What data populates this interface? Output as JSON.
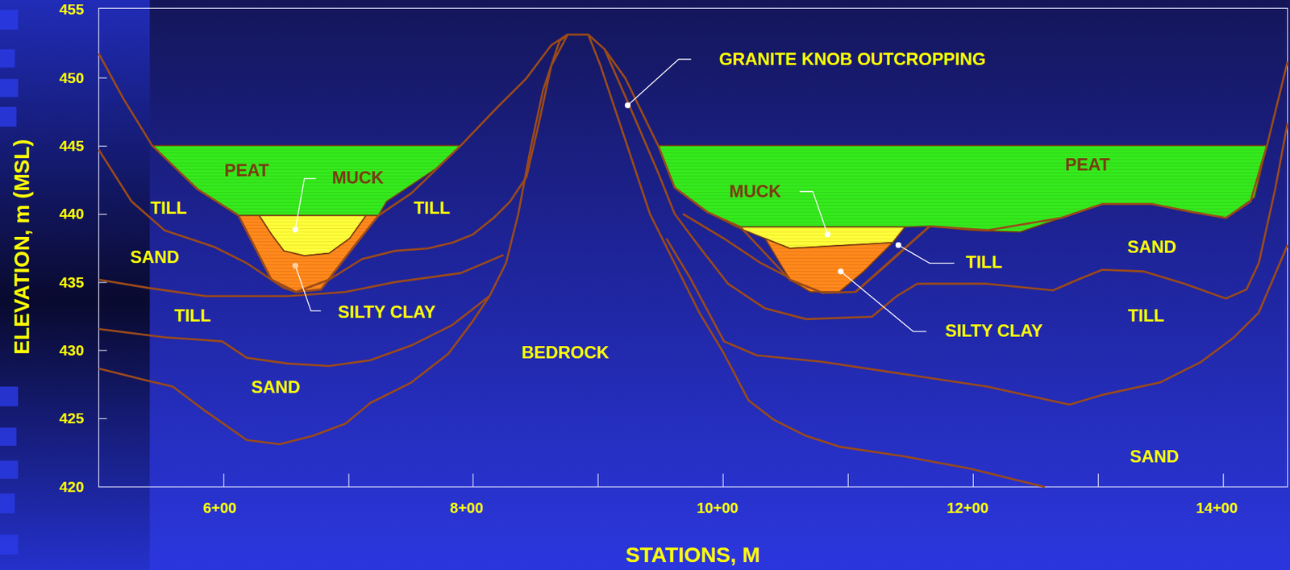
{
  "diagram": {
    "labels": [
      "455",
      "450",
      "445",
      "440",
      "435",
      "430",
      "425",
      "420",
      "6+00",
      "8+00",
      "10+00",
      "12+00",
      "14+00",
      "ELEVATION, m (MSL)",
      "STATIONS, M",
      "PEAT",
      "MUCK",
      "TILL",
      "TILL",
      "SAND",
      "TILL",
      "SILTY CLAY",
      "SAND",
      "BEDROCK",
      "GRANITE KNOB OUTCROPPING",
      "MUCK",
      "PEAT",
      "SAND",
      "TILL",
      "SILTY CLAY",
      "TILL",
      "SAND"
    ]
  }
}
